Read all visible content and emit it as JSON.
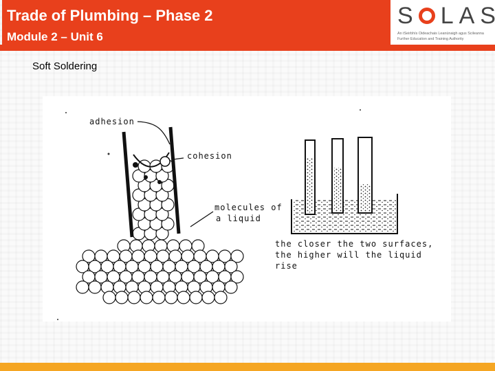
{
  "header": {
    "title": "Trade of Plumbing – Phase 2",
    "subtitle": "Module 2 – Unit 6"
  },
  "logo": {
    "name": "SOLAS",
    "name_rest": "LAS",
    "name_first": "S",
    "tagline_line1": "An tSeirbhís Oideachais Leanúnaigh agus Scileanna",
    "tagline_line2": "Further Education and Training Authority"
  },
  "section": {
    "label": "Soft Soldering"
  },
  "diagram": {
    "labels": {
      "adhesion": "adhesion",
      "cohesion": "cohesion",
      "molecules_line1": "molecules of",
      "molecules_line2": "a liquid",
      "caption_line1": "the closer the two surfaces,",
      "caption_line2": "the higher will the liquid",
      "caption_line3": "rise"
    }
  },
  "colors": {
    "header_band": "#e8401c",
    "bottom_bar": "#f5a623",
    "logo_accent": "#e8401c"
  }
}
